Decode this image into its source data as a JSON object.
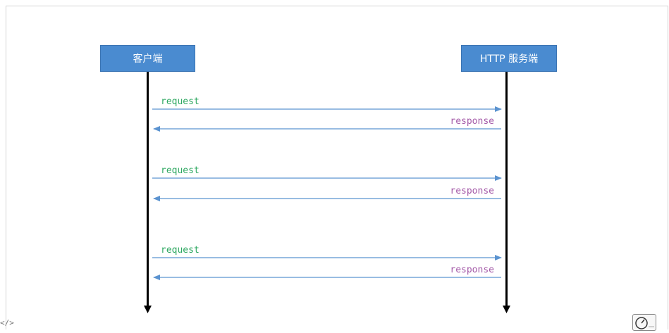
{
  "diagram": {
    "client_label": "客户端",
    "server_label": "HTTP 服务端",
    "messages": [
      {
        "request": "request",
        "response": "response"
      },
      {
        "request": "request",
        "response": "response"
      },
      {
        "request": "request",
        "response": "response"
      }
    ]
  },
  "colors": {
    "actor_fill": "#4a8bd0",
    "arrow": "#5b93d0",
    "request_text": "#2ea861",
    "response_text": "#a45aa8"
  },
  "icons": {
    "code": "code-icon",
    "corner": "gauge-icon"
  }
}
